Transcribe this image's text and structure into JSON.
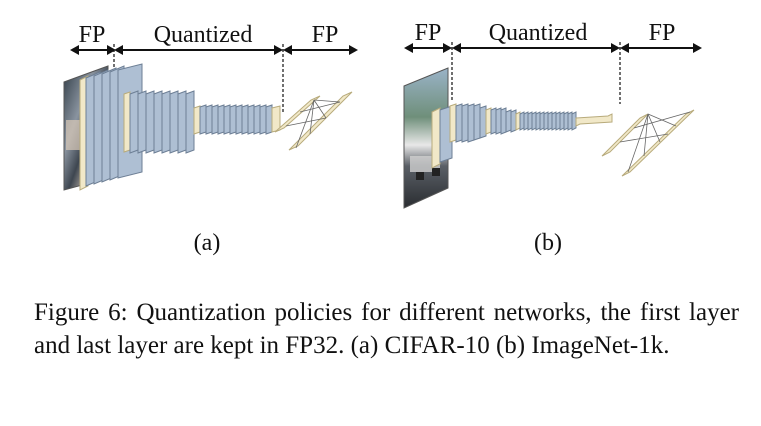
{
  "panel_a": {
    "left_label": "FP",
    "middle_label": "Quantized",
    "right_label": "FP",
    "sublabel": "(a)"
  },
  "panel_b": {
    "left_label": "FP",
    "middle_label": "Quantized",
    "right_label": "FP",
    "sublabel": "(b)"
  },
  "caption": "Figure 6: Quantization policies for different networks, the first layer and last layer are kept in FP32. (a) CIFAR-10 (b) ImageNet-1k.",
  "colors": {
    "conv_blue": "#aebfd3",
    "conv_edge": "#6d7f95",
    "fp_cream": "#f1e8c8",
    "fp_edge": "#b8ab7c",
    "arrow": "#111111"
  },
  "icons": {
    "input_image": "photo-input",
    "bracket_arrows": "double-headed-arrow"
  }
}
